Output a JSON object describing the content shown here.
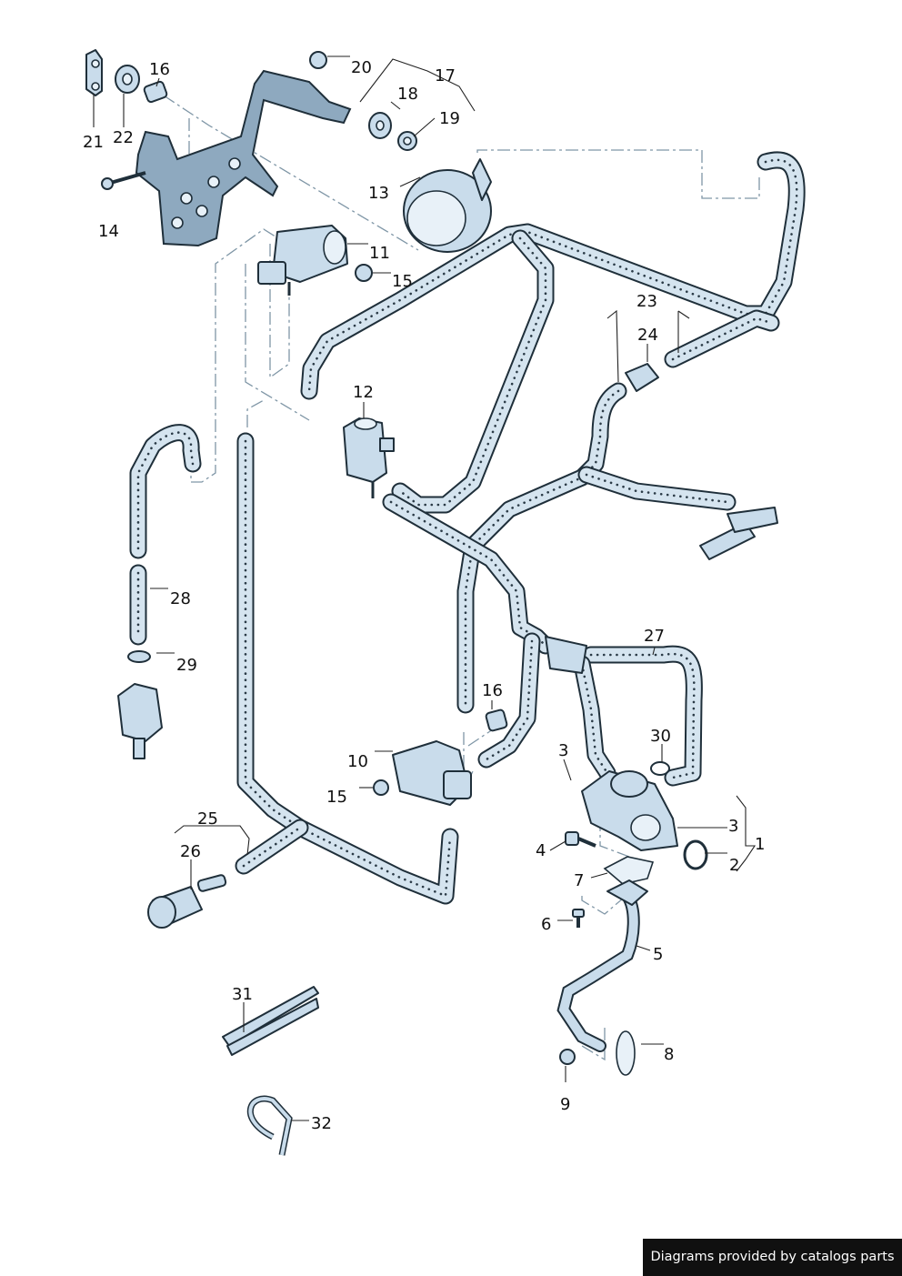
{
  "diagram": {
    "callouts": [
      {
        "id": "c1",
        "text": "1"
      },
      {
        "id": "c2",
        "text": "2"
      },
      {
        "id": "c3a",
        "text": "3"
      },
      {
        "id": "c3b",
        "text": "3"
      },
      {
        "id": "c4",
        "text": "4"
      },
      {
        "id": "c5",
        "text": "5"
      },
      {
        "id": "c6",
        "text": "6"
      },
      {
        "id": "c7",
        "text": "7"
      },
      {
        "id": "c8",
        "text": "8"
      },
      {
        "id": "c9",
        "text": "9"
      },
      {
        "id": "c10",
        "text": "10"
      },
      {
        "id": "c11",
        "text": "11"
      },
      {
        "id": "c12",
        "text": "12"
      },
      {
        "id": "c13",
        "text": "13"
      },
      {
        "id": "c14",
        "text": "14"
      },
      {
        "id": "c15a",
        "text": "15"
      },
      {
        "id": "c15b",
        "text": "15"
      },
      {
        "id": "c16a",
        "text": "16"
      },
      {
        "id": "c16b",
        "text": "16"
      },
      {
        "id": "c17",
        "text": "17"
      },
      {
        "id": "c18",
        "text": "18"
      },
      {
        "id": "c19",
        "text": "19"
      },
      {
        "id": "c20",
        "text": "20"
      },
      {
        "id": "c21",
        "text": "21"
      },
      {
        "id": "c22",
        "text": "22"
      },
      {
        "id": "c23",
        "text": "23"
      },
      {
        "id": "c24",
        "text": "24"
      },
      {
        "id": "c25",
        "text": "25"
      },
      {
        "id": "c26",
        "text": "26"
      },
      {
        "id": "c27",
        "text": "27"
      },
      {
        "id": "c28",
        "text": "28"
      },
      {
        "id": "c29",
        "text": "29"
      },
      {
        "id": "c30",
        "text": "30"
      },
      {
        "id": "c31",
        "text": "31"
      },
      {
        "id": "c32",
        "text": "32"
      }
    ]
  },
  "footer": {
    "credit": "Diagrams provided by catalogs parts"
  },
  "colors": {
    "hose_fill": "#d5e4ef",
    "outline": "#1f2f3a",
    "banner_bg": "#101010",
    "banner_text": "#ffffff"
  }
}
